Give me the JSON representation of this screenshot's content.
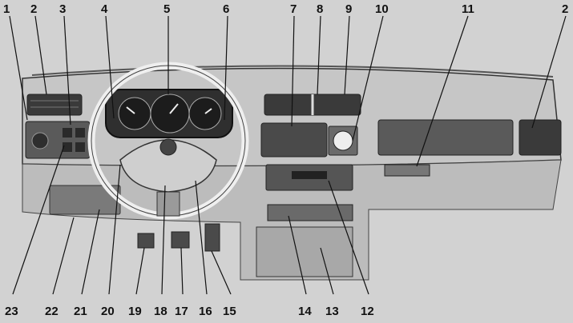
{
  "callouts_top": [
    {
      "id": "c1",
      "label": "1"
    },
    {
      "id": "c2",
      "label": "2"
    },
    {
      "id": "c3",
      "label": "3"
    },
    {
      "id": "c4",
      "label": "4"
    },
    {
      "id": "c5",
      "label": "5"
    },
    {
      "id": "c6",
      "label": "6"
    },
    {
      "id": "c7",
      "label": "7"
    },
    {
      "id": "c8",
      "label": "8"
    },
    {
      "id": "c9",
      "label": "9"
    },
    {
      "id": "c10",
      "label": "10"
    },
    {
      "id": "c11",
      "label": "11"
    },
    {
      "id": "c2b",
      "label": "2"
    }
  ],
  "callouts_bottom": [
    {
      "id": "c23",
      "label": "23"
    },
    {
      "id": "c22",
      "label": "22"
    },
    {
      "id": "c21",
      "label": "21"
    },
    {
      "id": "c20",
      "label": "20"
    },
    {
      "id": "c19",
      "label": "19"
    },
    {
      "id": "c18",
      "label": "18"
    },
    {
      "id": "c17",
      "label": "17"
    },
    {
      "id": "c16",
      "label": "16"
    },
    {
      "id": "c15",
      "label": "15"
    },
    {
      "id": "c14",
      "label": "14"
    },
    {
      "id": "c13",
      "label": "13"
    },
    {
      "id": "c12",
      "label": "12"
    }
  ],
  "colors": {
    "background": "#d2d2d2",
    "panel": "#bdbdbd",
    "dark": "#3a3a3a",
    "line": "#111111"
  }
}
